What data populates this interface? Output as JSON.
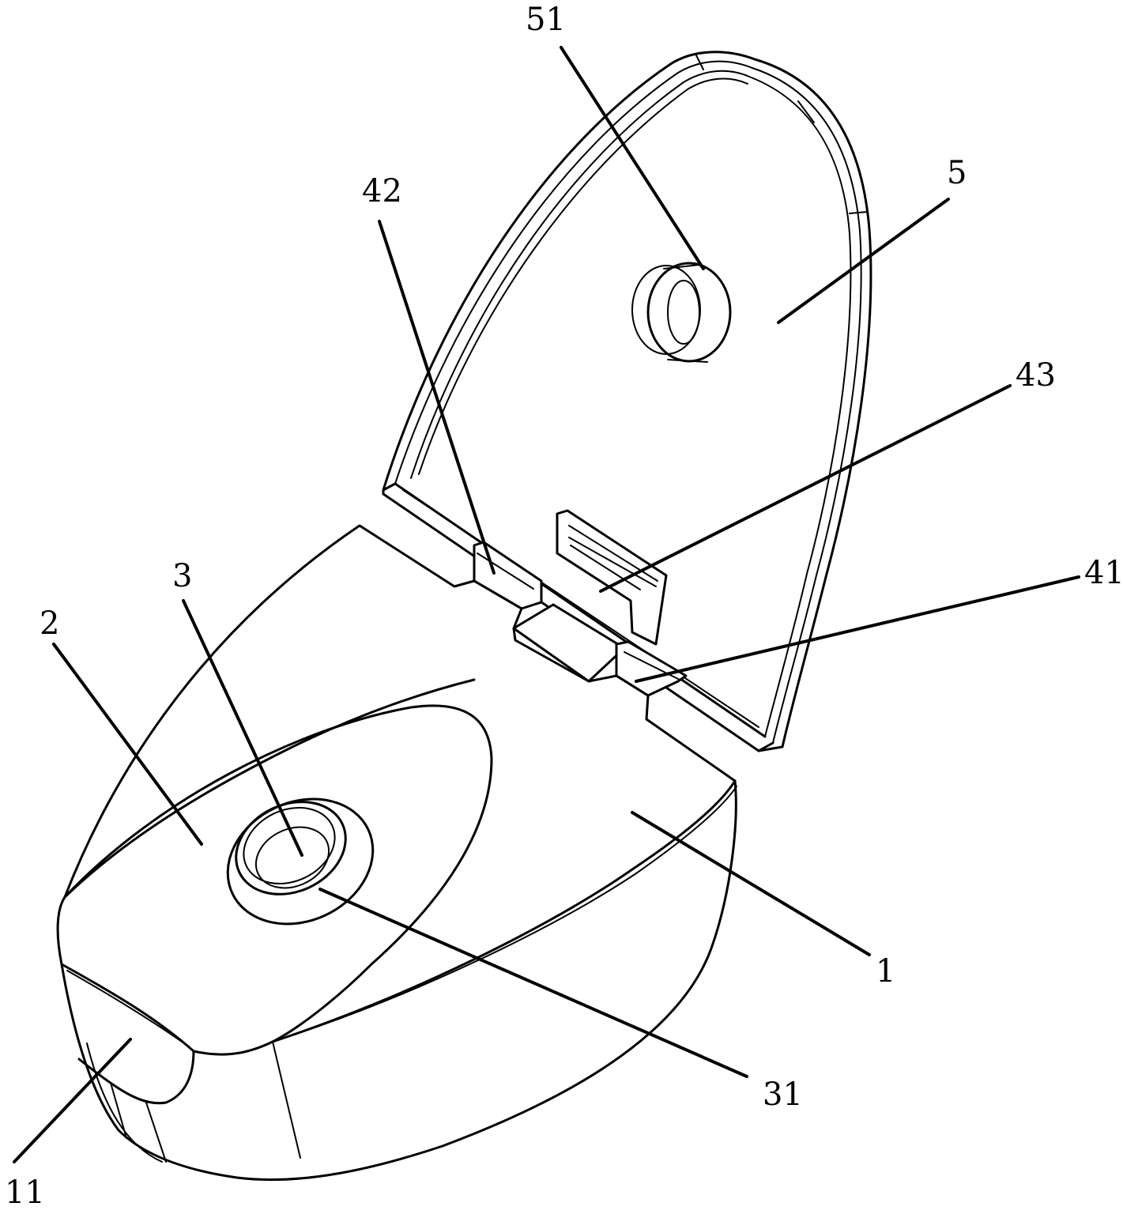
{
  "figure": {
    "labels": {
      "l51": "51",
      "l42": "42",
      "l5": "5",
      "l43": "43",
      "l41": "41",
      "l3": "3",
      "l2": "2",
      "l1": "1",
      "l31": "31",
      "l11": "11"
    }
  }
}
